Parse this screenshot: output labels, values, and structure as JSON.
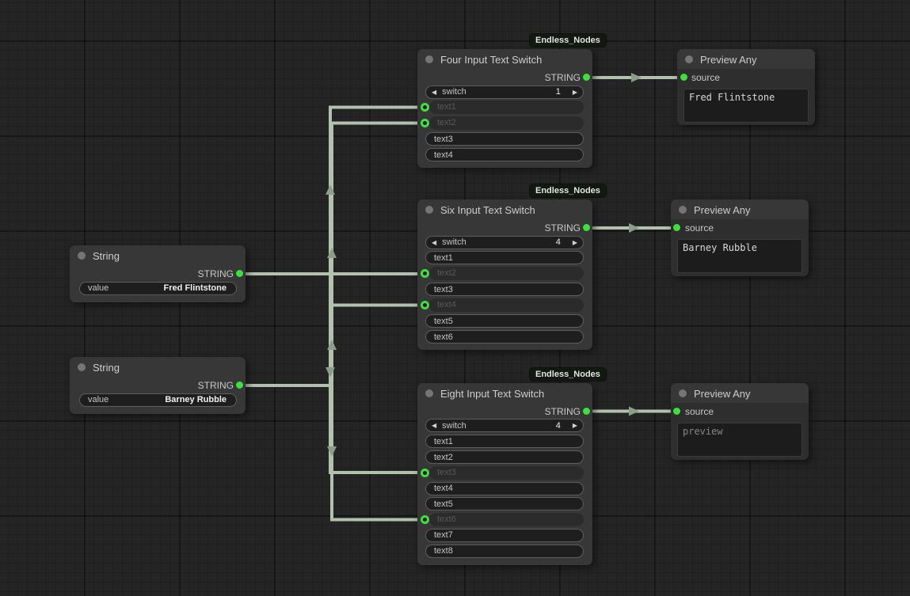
{
  "badge_label": "Endless_Nodes",
  "icons": {
    "prev": "◀",
    "next": "▶"
  },
  "colors": {
    "canvas_bg": "#242424",
    "node_bg": "#373737",
    "preview_body_bg": "#2e2e2e",
    "widget_bg": "#1e1e1e",
    "slot_green": "#3ee03e",
    "link": "#b2c0ae",
    "link_arrow": "#8a9e88"
  },
  "nodes": {
    "string1": {
      "title": "String",
      "output_label": "STRING",
      "widget_label": "value",
      "widget_value": "Fred Flintstone"
    },
    "string2": {
      "title": "String",
      "output_label": "STRING",
      "widget_label": "value",
      "widget_value": "Barney Rubble"
    },
    "four": {
      "title": "Four Input Text Switch",
      "output_label": "STRING",
      "switch_label": "switch",
      "switch_value": "1",
      "rows": [
        {
          "label": "text1",
          "input": true
        },
        {
          "label": "text2",
          "input": true
        },
        {
          "label": "text3",
          "input": false
        },
        {
          "label": "text4",
          "input": false
        }
      ]
    },
    "six": {
      "title": "Six Input Text Switch",
      "output_label": "STRING",
      "switch_label": "switch",
      "switch_value": "4",
      "rows": [
        {
          "label": "text1",
          "input": false
        },
        {
          "label": "text2",
          "input": true
        },
        {
          "label": "text3",
          "input": false
        },
        {
          "label": "text4",
          "input": true
        },
        {
          "label": "text5",
          "input": false
        },
        {
          "label": "text6",
          "input": false
        }
      ]
    },
    "eight": {
      "title": "Eight Input Text Switch",
      "output_label": "STRING",
      "switch_label": "switch",
      "switch_value": "4",
      "rows": [
        {
          "label": "text1",
          "input": false
        },
        {
          "label": "text2",
          "input": false
        },
        {
          "label": "text3",
          "input": true
        },
        {
          "label": "text4",
          "input": false
        },
        {
          "label": "text5",
          "input": false
        },
        {
          "label": "text6",
          "input": true
        },
        {
          "label": "text7",
          "input": false
        },
        {
          "label": "text8",
          "input": false
        }
      ]
    },
    "preview1": {
      "title": "Preview Any",
      "input_label": "source",
      "text": "Fred Flintstone"
    },
    "preview2": {
      "title": "Preview Any",
      "input_label": "source",
      "text": "Barney Rubble"
    },
    "preview3": {
      "title": "Preview Any",
      "input_label": "source",
      "text": "preview"
    }
  }
}
